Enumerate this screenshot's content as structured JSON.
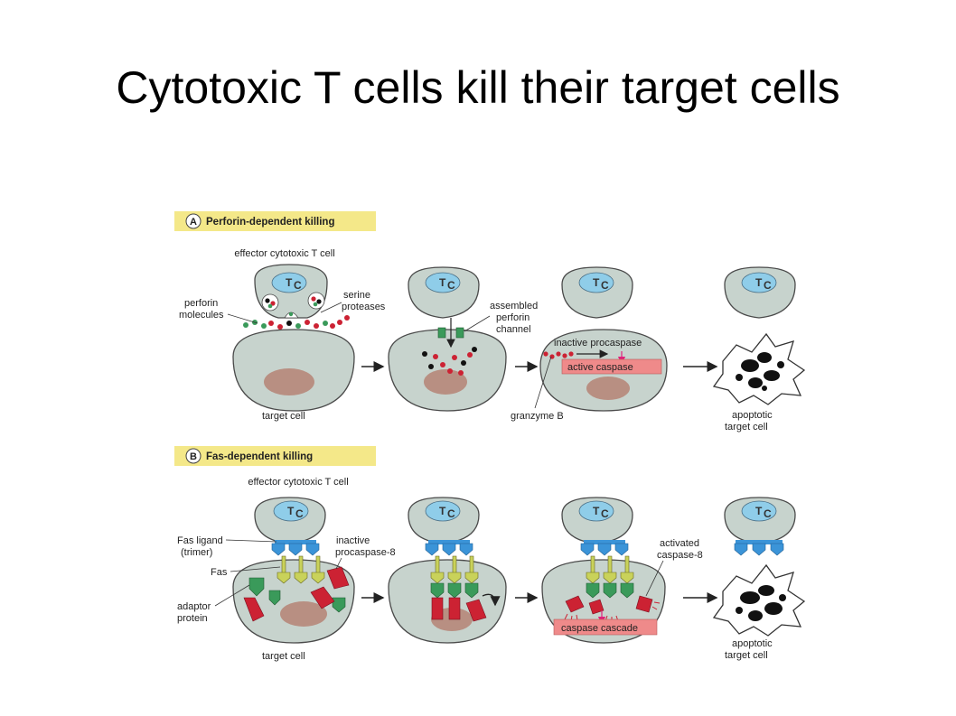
{
  "title": "Cytotoxic T cells kill their target cells",
  "colors": {
    "cell_fill": "#c7d3cd",
    "cell_stroke": "#4a4a4a",
    "nucleus_tc": "#8fcde9",
    "nucleus_target": "#b88f82",
    "banner": "#f4e889",
    "perforin": "#3a9a5a",
    "protease": "#cc2233",
    "fas_ligand": "#3b94d8",
    "fas": "#c9d25a",
    "procaspase": "#cc2233",
    "adaptor": "#3a9a5a",
    "caspase_box": "#ef8a8a"
  },
  "panel_a": {
    "label": "A",
    "heading": "Perforin-dependent killing",
    "effector_label": "effector cytotoxic T cell",
    "tc_label": "T",
    "tc_subscript": "C",
    "perforin_label_1": "perforin",
    "perforin_label_2": "molecules",
    "serine_label_1": "serine",
    "serine_label_2": "proteases",
    "assembled_label_1": "assembled",
    "assembled_label_2": "perforin",
    "assembled_label_3": "channel",
    "inactive_label": "inactive procaspase",
    "active_caspase_label": "active caspase",
    "granzyme_label": "granzyme B",
    "target_label": "target cell",
    "apoptotic_label_1": "apoptotic",
    "apoptotic_label_2": "target cell"
  },
  "panel_b": {
    "label": "B",
    "heading": "Fas-dependent killing",
    "effector_label": "effector cytotoxic T cell",
    "tc_label": "T",
    "tc_subscript": "C",
    "fas_ligand_label_1": "Fas ligand",
    "fas_ligand_label_2": "(trimer)",
    "fas_label": "Fas",
    "inactive_label_1": "inactive",
    "inactive_label_2": "procaspase-8",
    "adaptor_label_1": "adaptor",
    "adaptor_label_2": "protein",
    "activated_label_1": "activated",
    "activated_label_2": "caspase-8",
    "cascade_label": "caspase cascade",
    "target_label": "target cell",
    "apoptotic_label_1": "apoptotic",
    "apoptotic_label_2": "target cell"
  }
}
